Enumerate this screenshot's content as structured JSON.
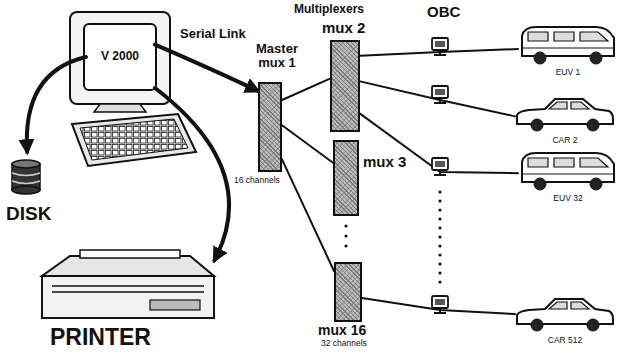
{
  "diagram": {
    "nodes": [
      {
        "text": [
          "V 2000"
        ]
      },
      {
        "text": [
          "DISK"
        ]
      },
      {
        "text": [
          "PRINTER"
        ]
      },
      {
        "text": [
          "Master mux 1",
          "16 channels"
        ]
      },
      {
        "text": [
          "mux 2"
        ]
      },
      {
        "text": [
          "mux 3"
        ]
      },
      {
        "text": [
          "mux 16",
          "32 channels"
        ]
      },
      {
        "text": [
          "EUV 1"
        ]
      },
      {
        "text": [
          "CAR 2"
        ]
      },
      {
        "text": [
          "EUV 32"
        ]
      },
      {
        "text": [
          "CAR 512"
        ]
      }
    ],
    "edges": [
      {
        "from": 0,
        "to": 1,
        "arrow": "to"
      },
      {
        "from": 0,
        "to": 2,
        "arrow": "to"
      },
      {
        "from": 0,
        "to": 3,
        "arrow": "to",
        "label": "Serial Link"
      },
      {
        "from": 3,
        "to": 4,
        "arrow": "none"
      },
      {
        "from": 3,
        "to": 5,
        "arrow": "none"
      },
      {
        "from": 3,
        "to": 6,
        "arrow": "none"
      },
      {
        "from": 4,
        "to": 7,
        "arrow": "none"
      },
      {
        "from": 4,
        "to": 8,
        "arrow": "none"
      },
      {
        "from": 4,
        "to": 9,
        "arrow": "none"
      },
      {
        "from": 6,
        "to": 10,
        "arrow": "none"
      }
    ],
    "labels": [
      "Multiplexers",
      "OBC"
    ]
  }
}
